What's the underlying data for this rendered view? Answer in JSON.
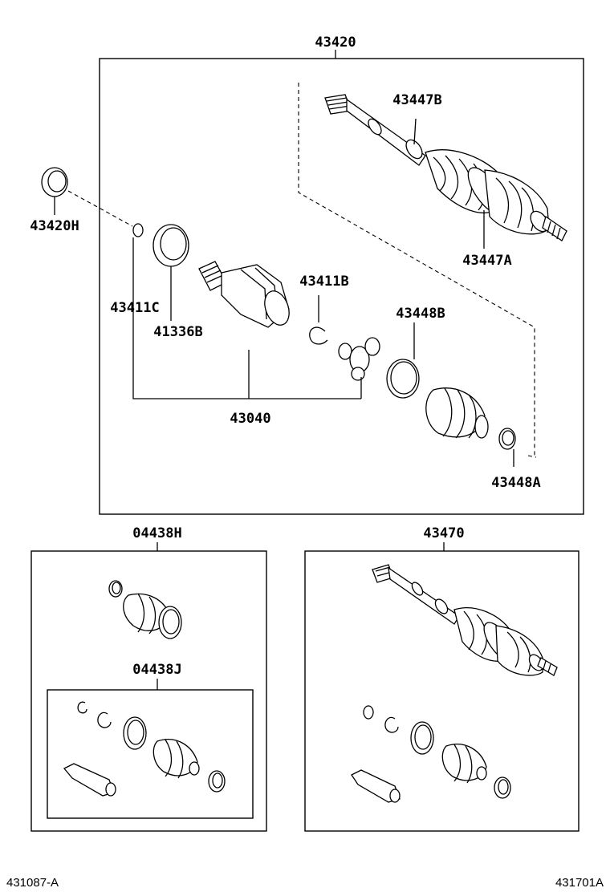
{
  "labels": {
    "assembly_main": "43420",
    "shaft_clamp_b": "43447B",
    "shaft_clamp_a": "43447A",
    "hub_seal": "43420H",
    "snap_ring_c": "43411C",
    "ring_41336b": "41336B",
    "snap_ring_b": "43411B",
    "boot_clamp_b": "43448B",
    "inboard_joint": "43040",
    "boot_clamp_a": "43448A",
    "boot_kit_h": "04438H",
    "boot_kit_j": "04438J",
    "shaft_assembly_lh": "43470"
  },
  "footer": {
    "left_code": "431087-A",
    "right_code": "431701A"
  }
}
